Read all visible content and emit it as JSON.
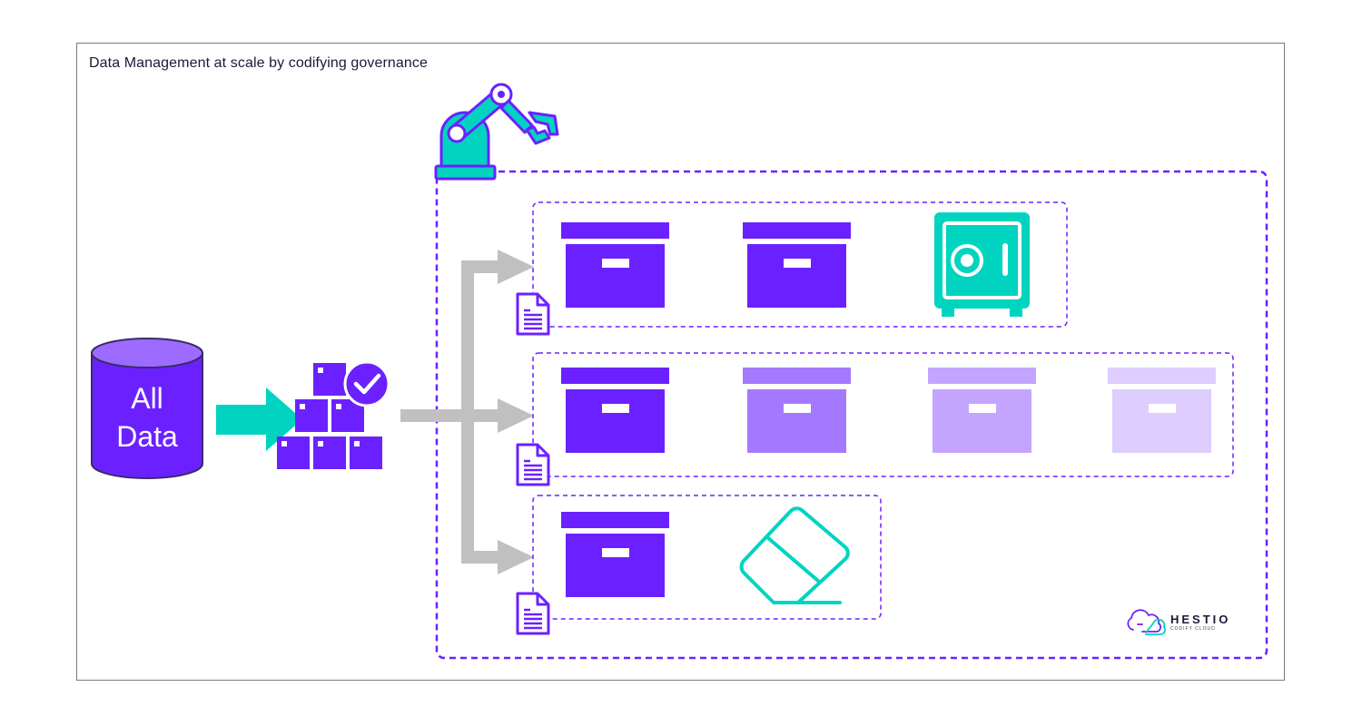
{
  "title": "Data Management at scale by codifying governance",
  "source": {
    "label": "All Data",
    "icon": "database-cylinder-icon"
  },
  "colors": {
    "purple": "#6b21ff",
    "teal": "#00d4c0",
    "gray_arrow": "#c0c0c0",
    "dashed_border": "#6b21ff"
  },
  "icons": {
    "robot": "robot-arm-icon",
    "boxes": "stacked-boxes-check-icon",
    "archive": "archive-box-icon",
    "safe": "safe-vault-icon",
    "eraser": "eraser-icon",
    "document": "policy-document-icon"
  },
  "lanes": [
    {
      "name": "secure",
      "items": [
        "archive-box",
        "archive-box",
        "safe"
      ],
      "opacities": [
        1,
        1
      ]
    },
    {
      "name": "tiered",
      "items": [
        "archive-box",
        "archive-box",
        "archive-box",
        "archive-box"
      ],
      "opacities": [
        1,
        0.6,
        0.4,
        0.22
      ]
    },
    {
      "name": "delete",
      "items": [
        "archive-box",
        "eraser"
      ],
      "opacities": [
        1
      ]
    }
  ],
  "logo": {
    "name": "HESTIO",
    "tagline": "CODIFY CLOUD"
  }
}
